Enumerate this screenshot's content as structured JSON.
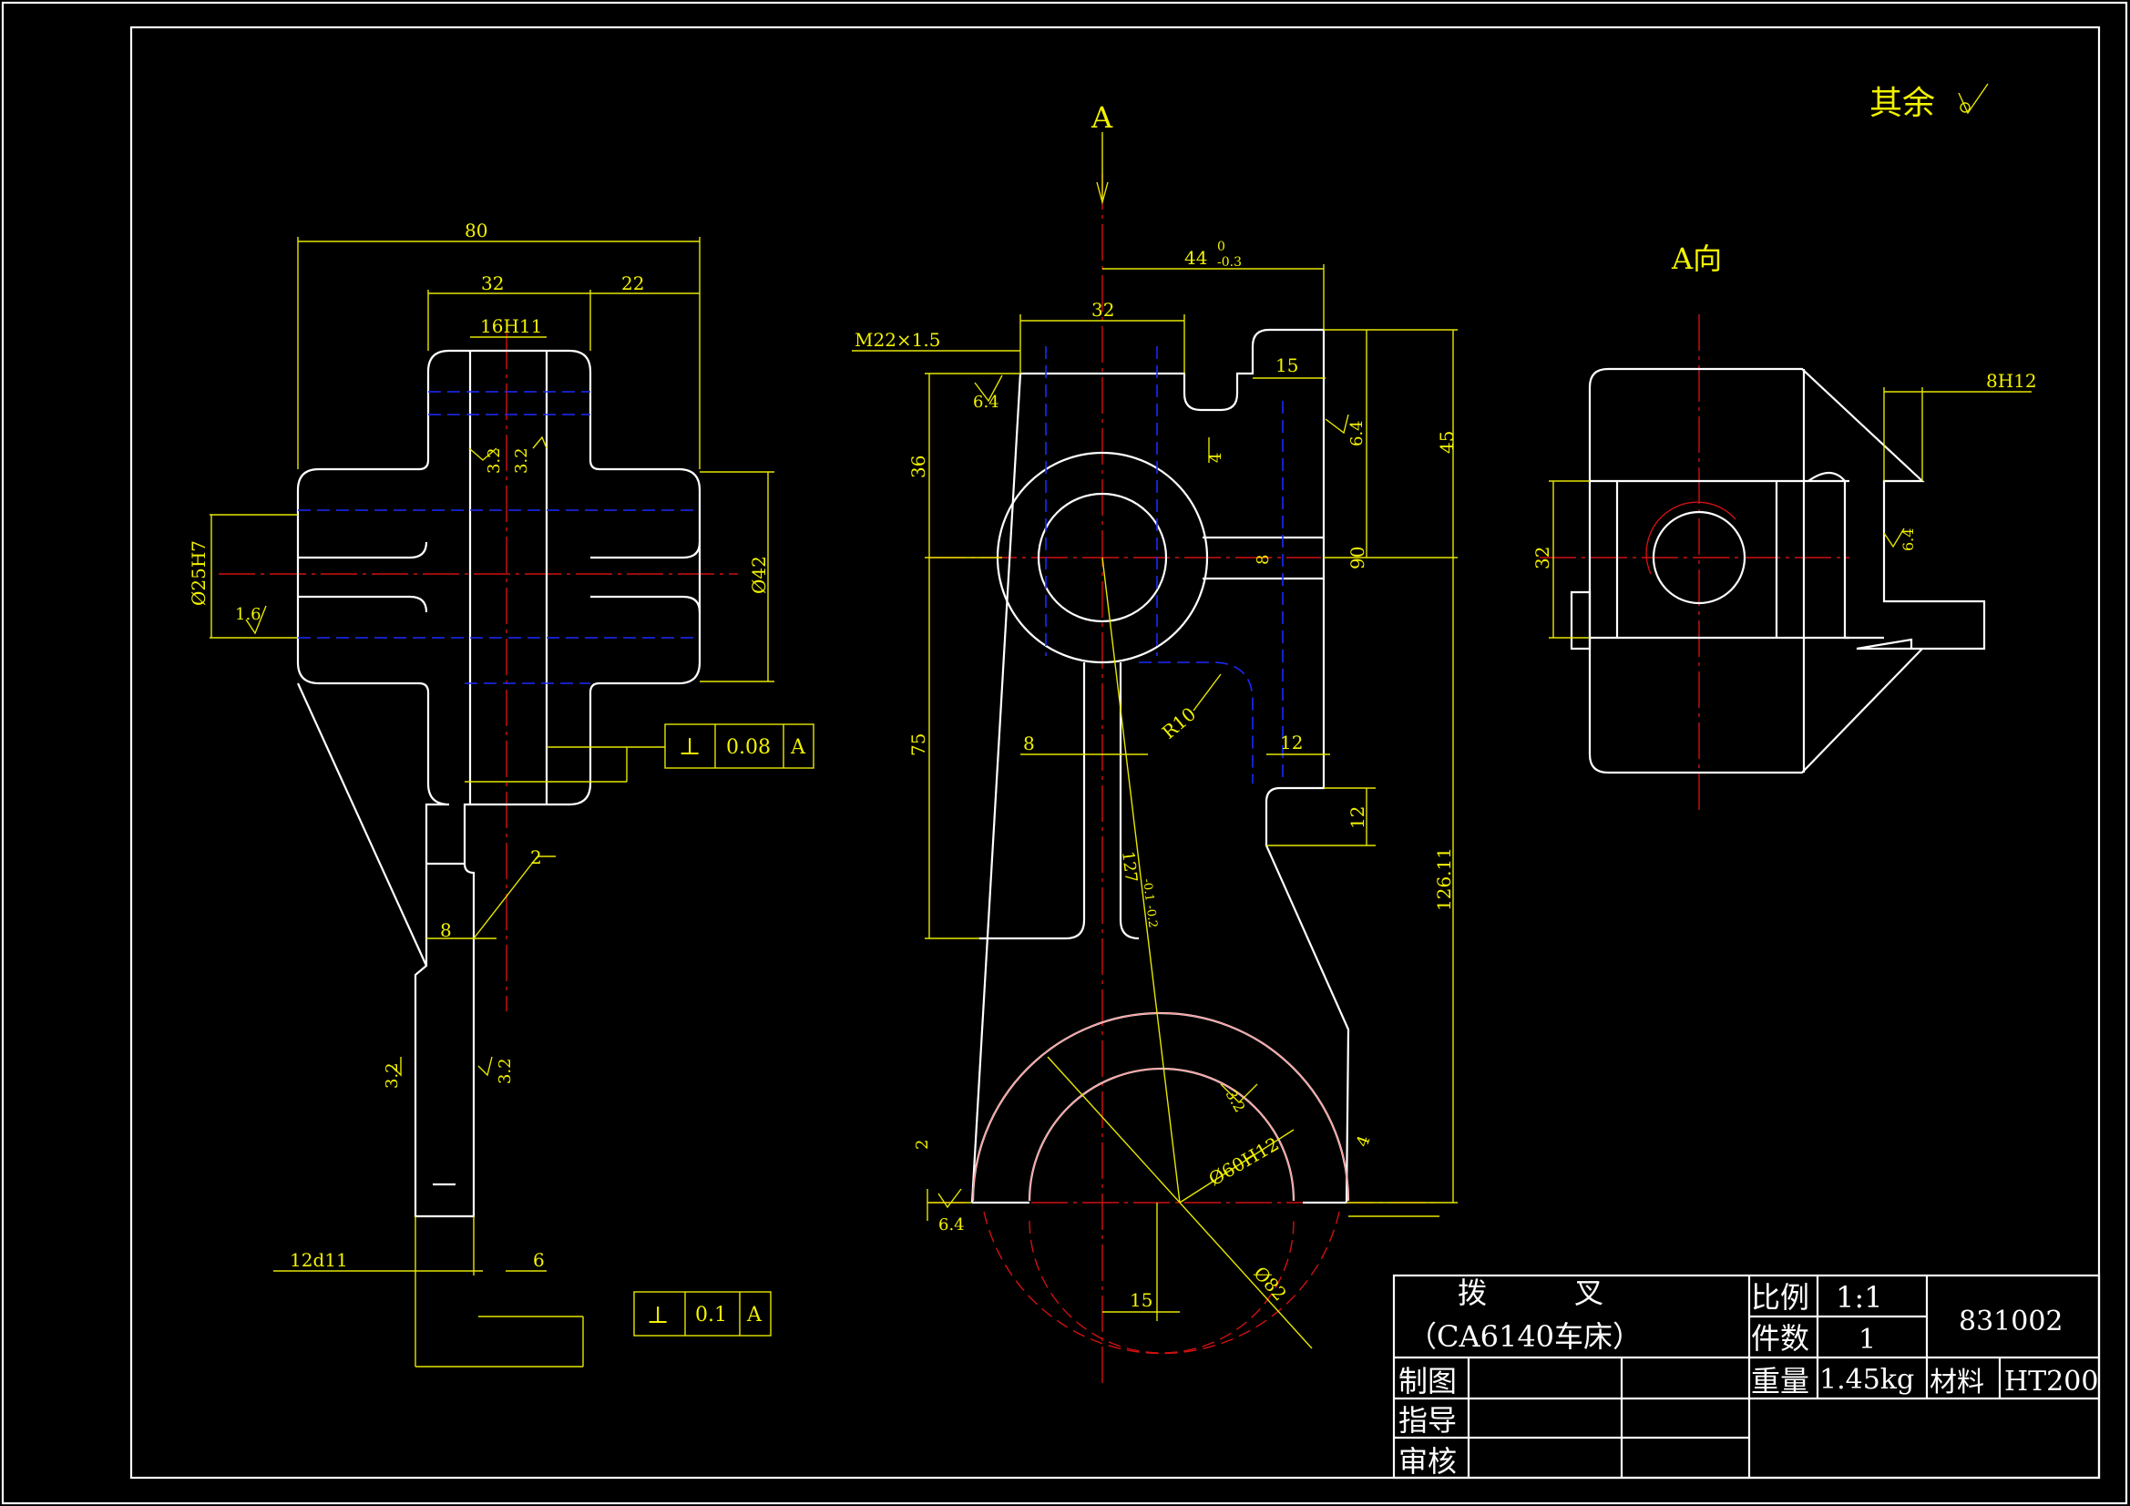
{
  "sheet": {
    "general_roughness": "其余",
    "view_label_a": "A",
    "view_label_a_dir": "A向"
  },
  "colors": {
    "background": "#000000",
    "outline": "#ffffff",
    "dimension": "#e6e600",
    "center_line": "#d01010",
    "hidden_line": "#1a2aff"
  },
  "left_view": {
    "dims": {
      "d80": "80",
      "d32": "32",
      "d22": "22",
      "d16h11": "16H11",
      "d25h7": "Ø25H7",
      "d42": "Ø42",
      "d8": "8",
      "d2": "2",
      "d12d11": "12d11",
      "d6": "6"
    },
    "roughness": {
      "r32a": "3.2",
      "r32b": "3.2",
      "r16": "1.6",
      "r32c": "3.2",
      "r32d": "3.2"
    },
    "tolerance1": {
      "symbol": "⊥",
      "value": "0.08",
      "datum": "A"
    },
    "tolerance2": {
      "symbol": "⊥",
      "value": "0.1",
      "datum": "A"
    }
  },
  "main_view": {
    "dims": {
      "d44": "44",
      "d44_tol_up": "0",
      "d44_tol_dn": "-0.3",
      "d32": "32",
      "thread": "M22×1.5",
      "d15": "15",
      "d4a": "4",
      "d45": "45",
      "d36": "36",
      "d8a": "8",
      "d90": "90",
      "d75": "75",
      "d8b": "8",
      "r10": "R10",
      "d12a": "12",
      "d12b": "12",
      "d127": "127",
      "d127_tol": "-0.1 -0.2",
      "d126": "126.11",
      "d2": "2",
      "d60h12": "Ø60H12",
      "d4b": "4",
      "d15b": "15",
      "d82": "Ø82"
    },
    "roughness": {
      "r64a": "6.4",
      "r64b": "6.4",
      "r32": "3.2",
      "r64c": "6.4"
    }
  },
  "side_view": {
    "dims": {
      "d8h12": "8H12",
      "d32": "32"
    },
    "roughness": {
      "r64": "6.4"
    }
  },
  "title_block": {
    "part_name": "拨　　　叉",
    "machine": "（CA6140车床）",
    "scale_label": "比例",
    "scale_value": "1:1",
    "qty_label": "件数",
    "qty_value": "1",
    "drawing_no": "831002",
    "weight_label": "重量",
    "weight_value": "1.45kg",
    "material_label": "材料",
    "material_value": "HT200",
    "drawn_label": "制图",
    "guide_label": "指导",
    "check_label": "审核"
  }
}
